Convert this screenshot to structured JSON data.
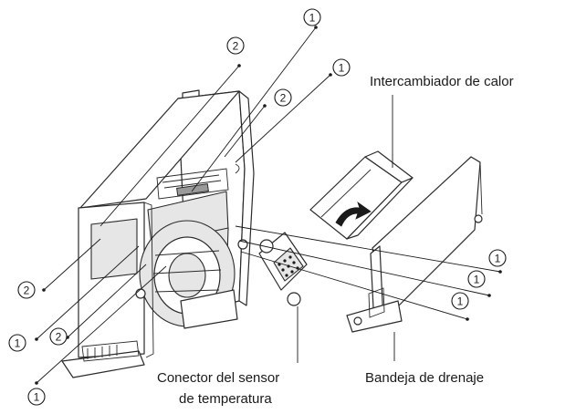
{
  "labels": {
    "heat_exchanger": "Intercambiador de calor",
    "drain_pan": "Bandeja de drenaje",
    "sensor_connector_line1": "Conector del sensor",
    "sensor_connector_line2": "de temperatura"
  },
  "callouts": [
    {
      "id": "c1",
      "number": "1"
    },
    {
      "id": "c2",
      "number": "2"
    },
    {
      "id": "c3",
      "number": "1"
    },
    {
      "id": "c4",
      "number": "2"
    },
    {
      "id": "c5",
      "number": "1"
    },
    {
      "id": "c6",
      "number": "1"
    },
    {
      "id": "c7",
      "number": "1"
    },
    {
      "id": "c8",
      "number": "2"
    },
    {
      "id": "c9",
      "number": "1"
    },
    {
      "id": "c10",
      "number": "2"
    },
    {
      "id": "c11",
      "number": "1"
    }
  ]
}
